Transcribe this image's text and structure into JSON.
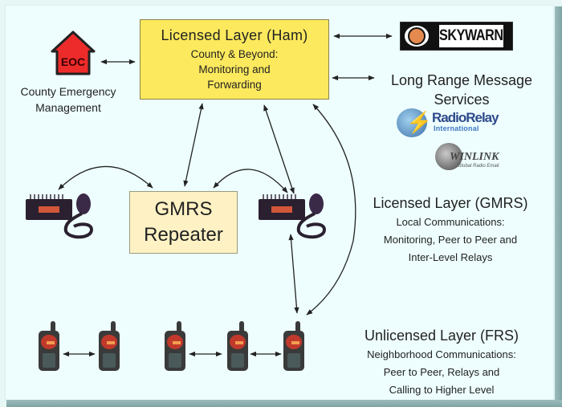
{
  "diagram": {
    "ham_layer": {
      "title": "Licensed Layer (Ham)",
      "lines": [
        "County & Beyond:",
        "Monitoring and",
        "Forwarding"
      ],
      "color": "#fde95d"
    },
    "eoc": {
      "icon_text": "EOC",
      "label_lines": [
        "County Emergency",
        "Management"
      ],
      "color": "#ee2b2b"
    },
    "skywarn": {
      "text": "SKYWARN"
    },
    "long_range": {
      "lines": [
        "Long Range Message",
        "Services"
      ]
    },
    "radio_relay": {
      "name": "RadioRelay",
      "sub": "International"
    },
    "winlink": {
      "name": "WINLINK",
      "sub": "Global Radio Email"
    },
    "gmrs_repeater": {
      "lines": [
        "GMRS",
        "Repeater"
      ],
      "color": "#fef2c4"
    },
    "gmrs_layer": {
      "title": "Licensed Layer (GMRS)",
      "lines": [
        "Local Communications:",
        "Monitoring, Peer to Peer and",
        "Inter-Level Relays"
      ]
    },
    "frs_layer": {
      "title": "Unlicensed Layer (FRS)",
      "lines": [
        "Neighborhood Communications:",
        "Peer to Peer, Relays and",
        "Calling to Higher Level"
      ]
    },
    "mobile_radios": 2,
    "handheld_radios": 5
  }
}
